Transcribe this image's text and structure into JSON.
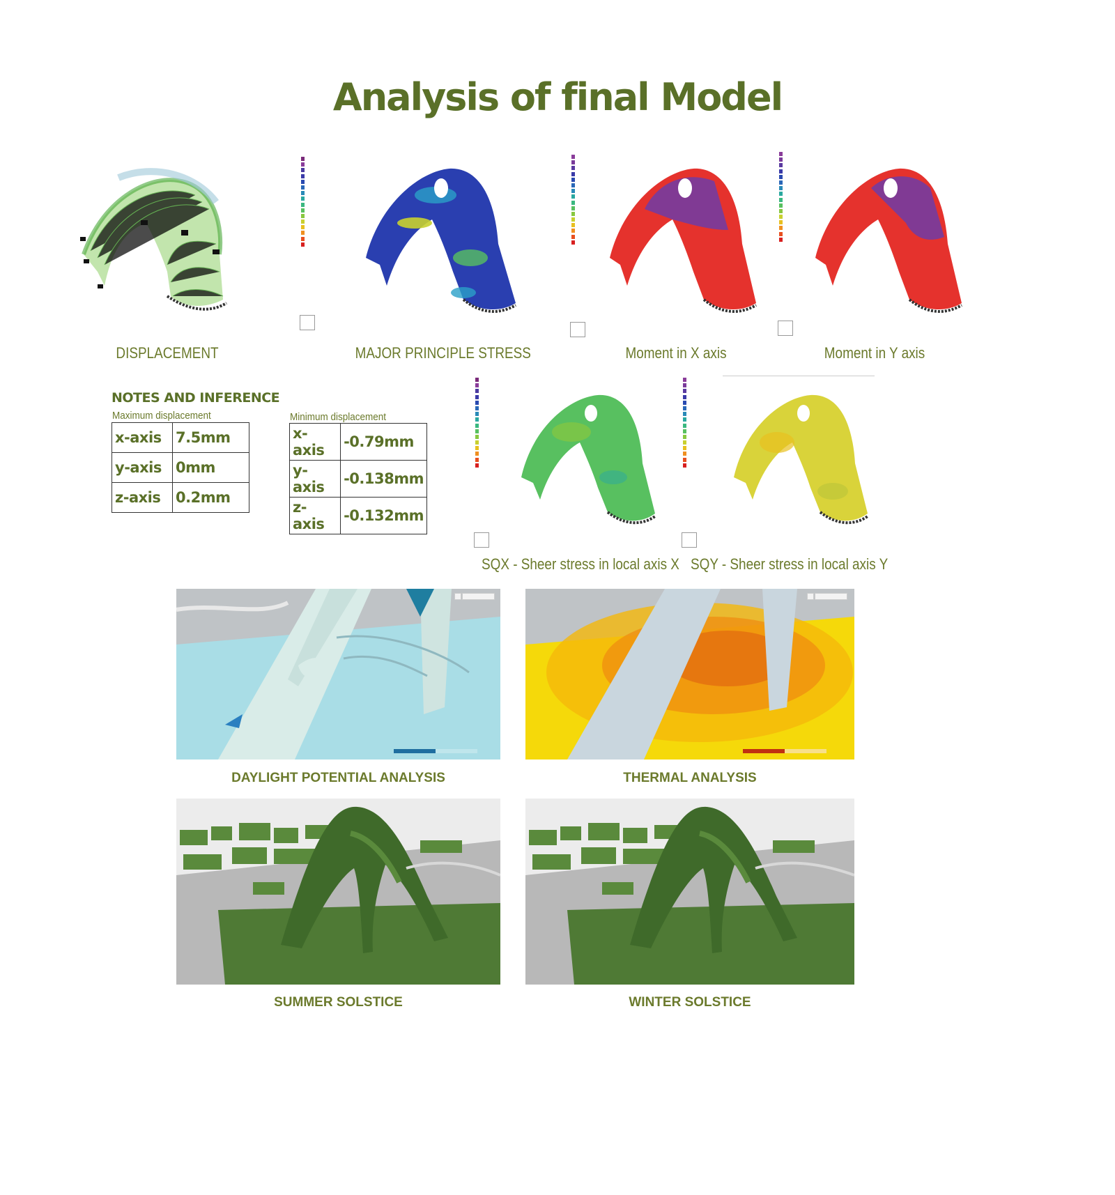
{
  "title": "Analysis of final Model",
  "captions": {
    "displacement": "DISPLACEMENT",
    "major_stress": "MAJOR PRINCIPLE STRESS",
    "moment_x": "Moment in X axis",
    "moment_y": "Moment in Y axis",
    "sqx": "SQX - Sheer stress in local axis X",
    "sqy": "SQY - Sheer stress in local axis Y",
    "daylight": "DAYLIGHT POTENTIAL ANALYSIS",
    "thermal": "THERMAL ANALYSIS",
    "summer": "SUMMER SOLSTICE",
    "winter": "WINTER SOLSTICE"
  },
  "notes": {
    "heading": "NOTES AND INFERENCE",
    "max_label": "Maximum displacement",
    "min_label": "Minimum displacement",
    "max_rows": [
      {
        "axis": "x-axis",
        "value": "7.5mm"
      },
      {
        "axis": "y-axis",
        "value": "0mm"
      },
      {
        "axis": "z-axis",
        "value": "0.2mm"
      }
    ],
    "min_rows": [
      {
        "axis": "x-axis",
        "value": "-0.79mm"
      },
      {
        "axis": "y-axis",
        "value": "-0.138mm"
      },
      {
        "axis": "z-axis",
        "value": "-0.132mm"
      }
    ]
  },
  "colors": {
    "accent": "#5a7028",
    "caption": "#6b7a2c",
    "mesh_green": "#6cc04a",
    "stress_blue": "#2a3fb0",
    "moment_red": "#e5322d",
    "moment_purple": "#7a3b9a",
    "sqy_yellow": "#d9d33a",
    "daylight_cyan": "#a9dde6",
    "thermal_yellow": "#f5d90a",
    "thermal_orange": "#f08a10",
    "solstice_green": "#4f7a35"
  }
}
